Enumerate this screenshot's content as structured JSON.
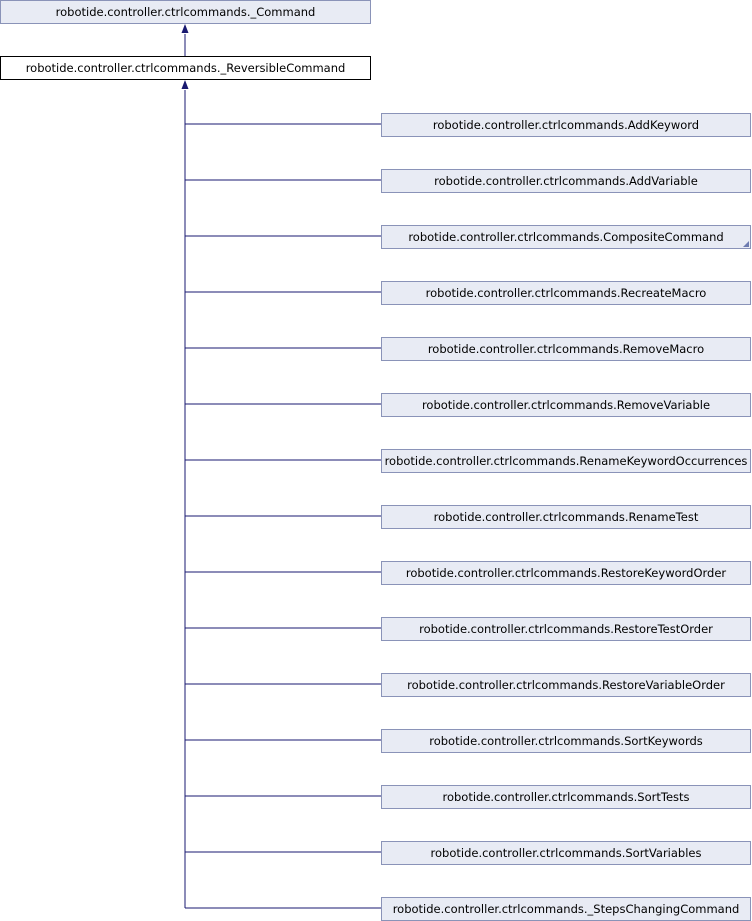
{
  "diagram": {
    "base_class": "robotide.controller.ctrlcommands._Command",
    "current_class": "robotide.controller.ctrlcommands._ReversibleCommand",
    "subclasses": [
      {
        "label": "robotide.controller.ctrlcommands.AddKeyword",
        "has_more": false
      },
      {
        "label": "robotide.controller.ctrlcommands.AddVariable",
        "has_more": false
      },
      {
        "label": "robotide.controller.ctrlcommands.CompositeCommand",
        "has_more": true
      },
      {
        "label": "robotide.controller.ctrlcommands.RecreateMacro",
        "has_more": false
      },
      {
        "label": "robotide.controller.ctrlcommands.RemoveMacro",
        "has_more": false
      },
      {
        "label": "robotide.controller.ctrlcommands.RemoveVariable",
        "has_more": false
      },
      {
        "label": "robotide.controller.ctrlcommands.RenameKeywordOccurrences",
        "has_more": false
      },
      {
        "label": "robotide.controller.ctrlcommands.RenameTest",
        "has_more": false
      },
      {
        "label": "robotide.controller.ctrlcommands.RestoreKeywordOrder",
        "has_more": false
      },
      {
        "label": "robotide.controller.ctrlcommands.RestoreTestOrder",
        "has_more": false
      },
      {
        "label": "robotide.controller.ctrlcommands.RestoreVariableOrder",
        "has_more": false
      },
      {
        "label": "robotide.controller.ctrlcommands.SortKeywords",
        "has_more": false
      },
      {
        "label": "robotide.controller.ctrlcommands.SortTests",
        "has_more": false
      },
      {
        "label": "robotide.controller.ctrlcommands.SortVariables",
        "has_more": false
      },
      {
        "label": "robotide.controller.ctrlcommands._StepsChangingCommand",
        "has_more": false
      }
    ]
  },
  "colors": {
    "edge": "#191970",
    "node_fill": "#e8ebf4",
    "node_border": "#8a93b8",
    "current_fill": "#ffffff",
    "current_border": "#000000"
  }
}
